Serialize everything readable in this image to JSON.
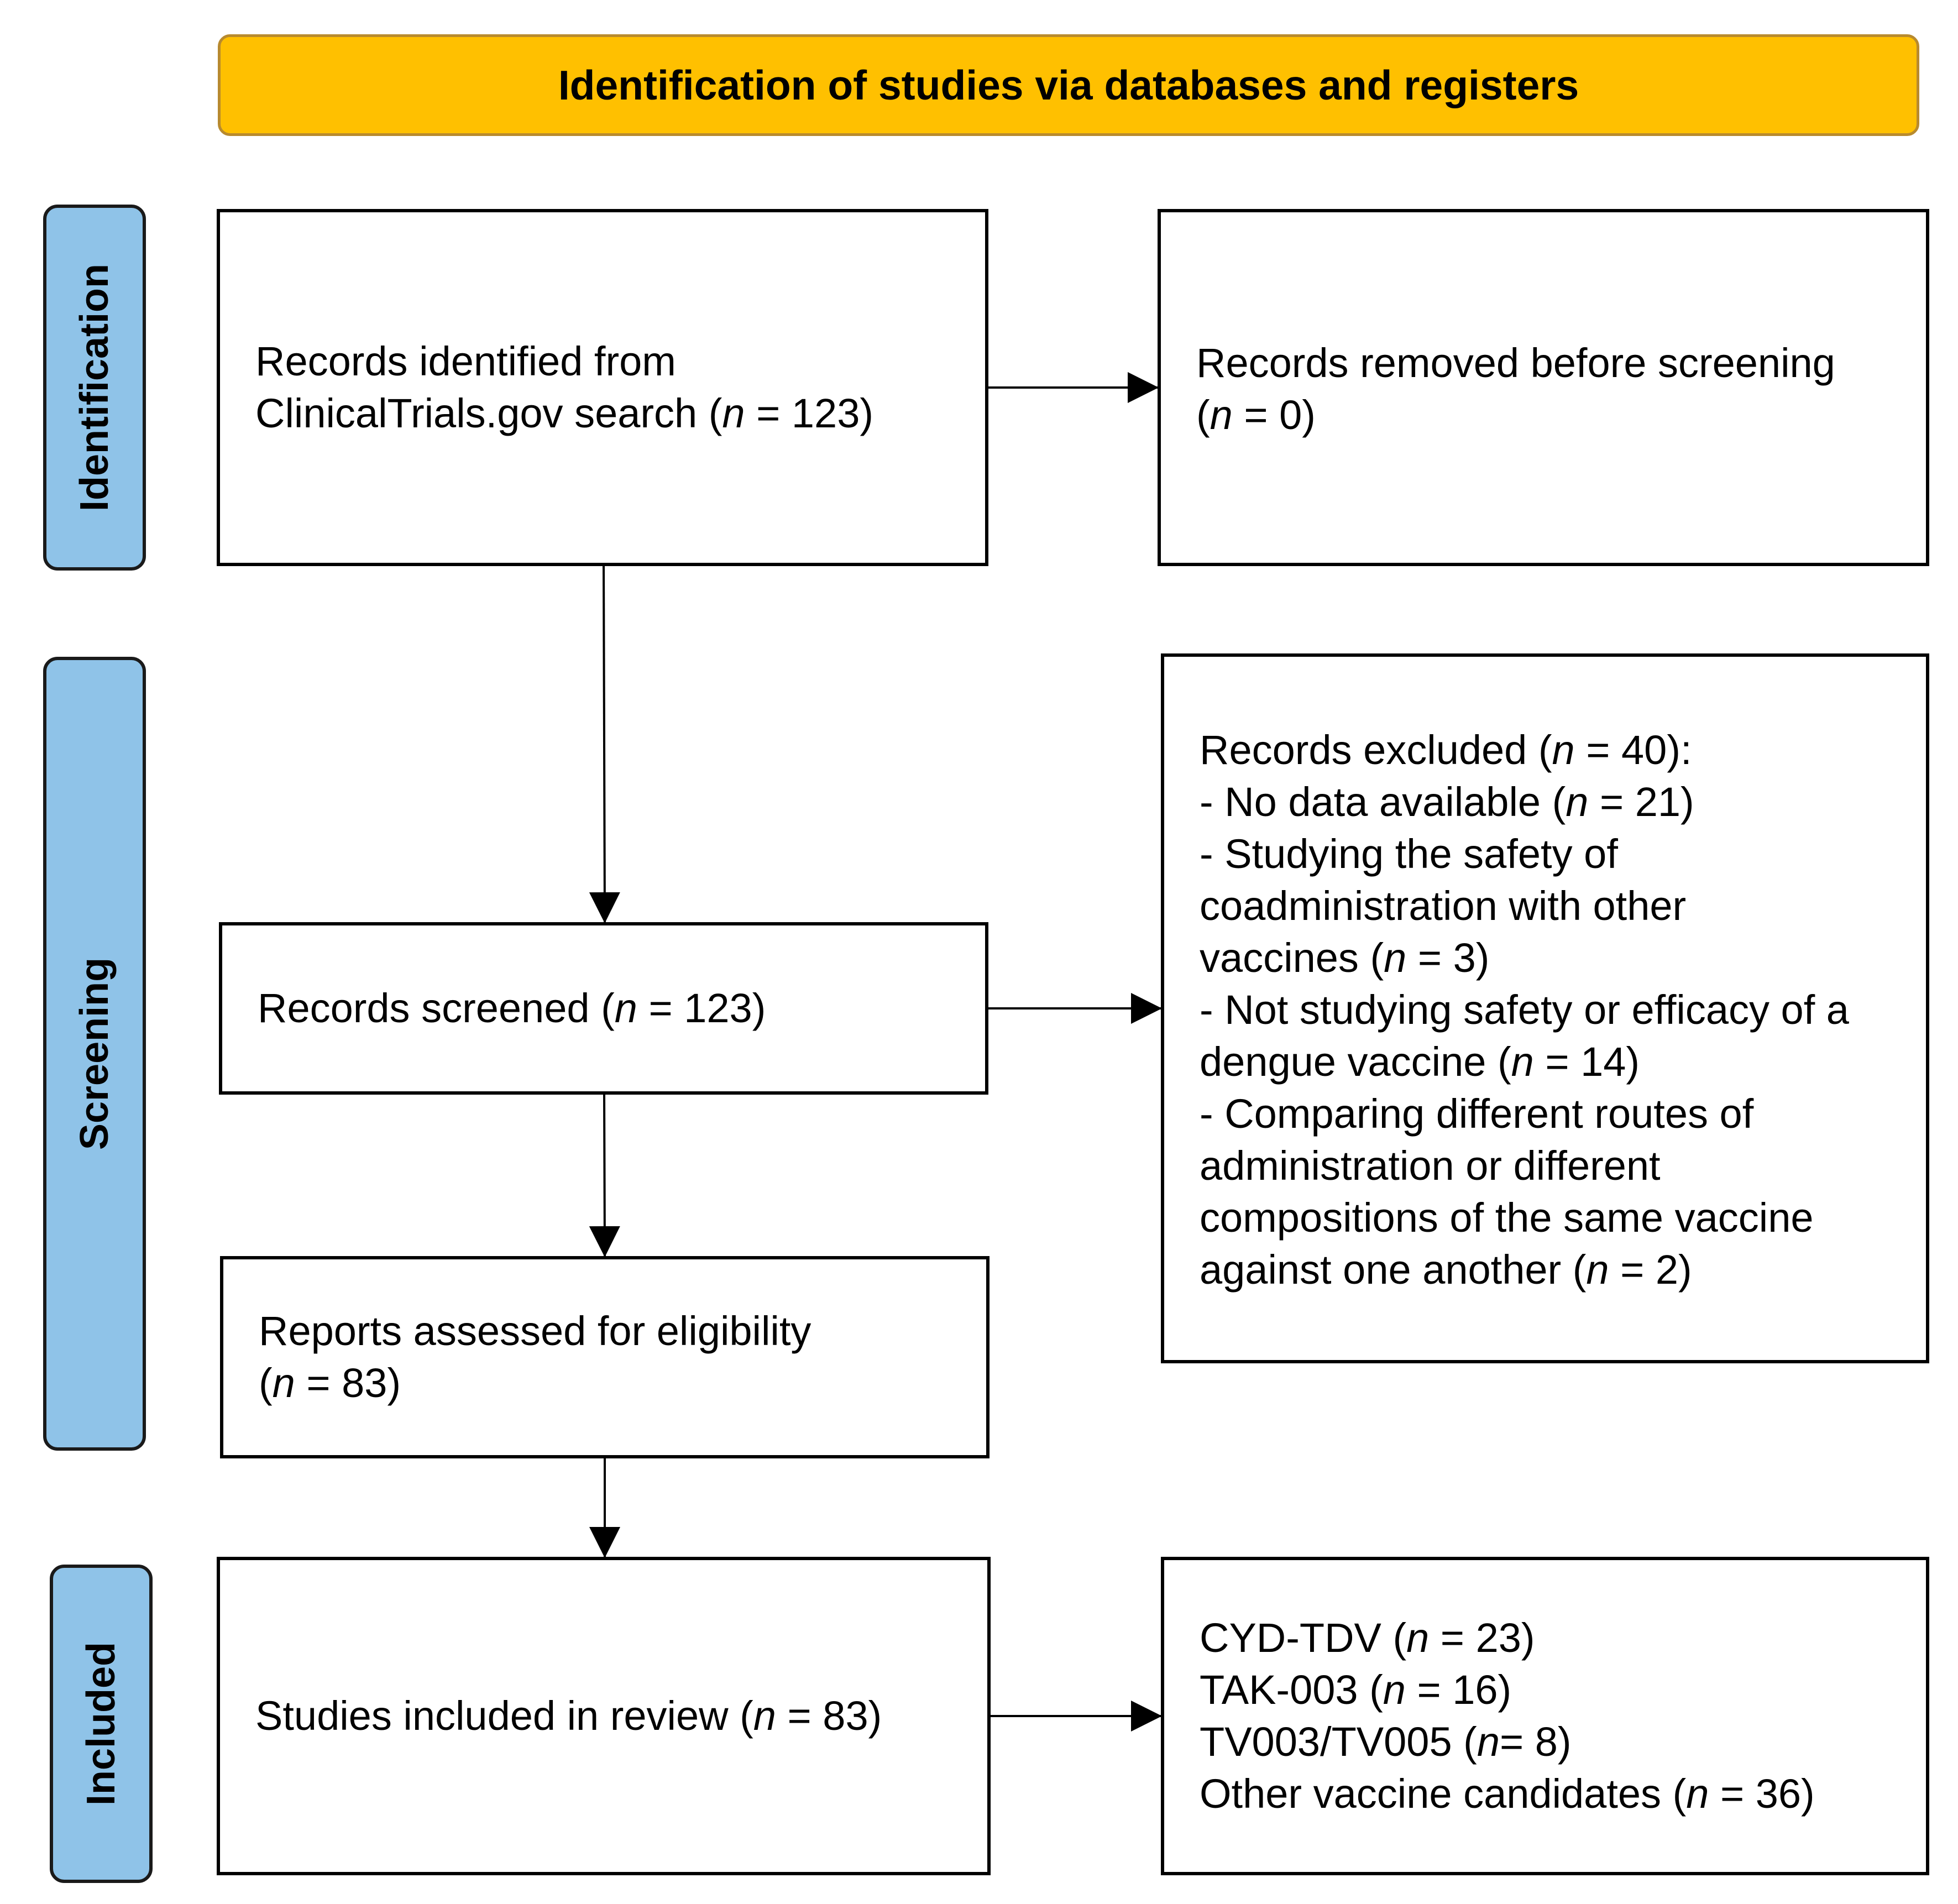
{
  "header": {
    "title": "Identification of studies via databases and registers"
  },
  "phases": {
    "identification": "Identification",
    "screening": "Screening",
    "included": "Included"
  },
  "boxes": {
    "records_identified": {
      "lines": [
        [
          "Records identified from"
        ],
        [
          "ClinicalTrials.gov search (",
          "n",
          " = 123)"
        ]
      ]
    },
    "records_removed": {
      "lines": [
        [
          "Records removed before screening"
        ],
        [
          "(",
          "n",
          " = 0)"
        ]
      ]
    },
    "records_screened": {
      "lines": [
        [
          "Records screened (",
          "n",
          " = 123)"
        ]
      ]
    },
    "records_excluded": {
      "lines": [
        [
          "Records excluded (",
          "n",
          " = 40):"
        ],
        [
          "- No data available (",
          "n",
          " = 21)"
        ],
        [
          "- Studying the safety of"
        ],
        [
          "coadministration with other"
        ],
        [
          "vaccines (",
          "n",
          " = 3)"
        ],
        [
          "- Not studying safety or efficacy of a"
        ],
        [
          "dengue vaccine (",
          "n",
          " = 14)"
        ],
        [
          "- Comparing different routes of"
        ],
        [
          "administration or different"
        ],
        [
          "compositions of the same vaccine"
        ],
        [
          "against one another (",
          "n",
          " = 2)"
        ]
      ]
    },
    "reports_assessed": {
      "lines": [
        [
          "Reports assessed for eligibility"
        ],
        [
          "(",
          "n",
          " = 83)"
        ]
      ]
    },
    "studies_included": {
      "lines": [
        [
          "Studies included in review (",
          "n",
          " = 83)"
        ]
      ]
    },
    "vaccine_breakdown": {
      "lines": [
        [
          "CYD-TDV (",
          "n",
          " = 23)"
        ],
        [
          "TAK-003 (",
          "n",
          " = 16)"
        ],
        [
          "TV003/TV005 (",
          "n",
          "= 8)"
        ],
        [
          "Other vaccine candidates (",
          "n",
          " = 36)"
        ]
      ]
    }
  }
}
